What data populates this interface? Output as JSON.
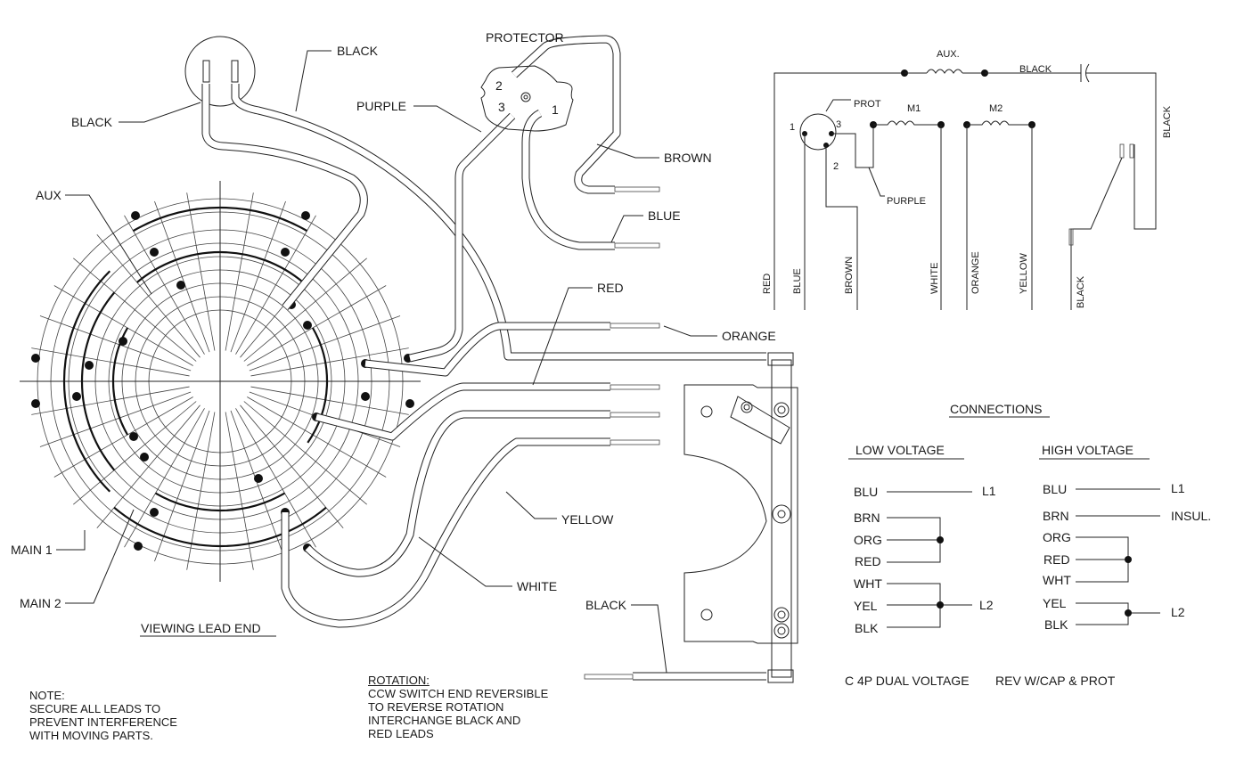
{
  "pictorial": {
    "thermostat_lead_labels": [
      "BLACK",
      "BLACK"
    ],
    "protector": {
      "title": "PROTECTOR",
      "terminals": [
        "1",
        "2",
        "3"
      ]
    },
    "lead_labels": {
      "purple": "PURPLE",
      "brown": "BROWN",
      "blue": "BLUE",
      "red": "RED",
      "orange": "ORANGE",
      "yellow": "YELLOW",
      "white": "WHITE",
      "black_switch": "BLACK"
    },
    "winding_labels": {
      "aux": "AUX",
      "main1": "MAIN 1",
      "main2": "MAIN 2"
    },
    "view_caption": "VIEWING LEAD END"
  },
  "schematic": {
    "aux_label": "AUX.",
    "top_wire_label": "BLACK",
    "right_wire_label": "BLACK",
    "prot_label": "PROT",
    "prot_terminals": [
      "1",
      "2",
      "3"
    ],
    "m1_label": "M1",
    "m2_label": "M2",
    "purple_label": "PURPLE",
    "bottom_leads": [
      "RED",
      "BLUE",
      "BROWN",
      "WHITE",
      "ORANGE",
      "YELLOW",
      "BLACK"
    ]
  },
  "connections": {
    "title": "CONNECTIONS",
    "low_voltage": {
      "title": "LOW VOLTAGE",
      "rows": [
        "BLU",
        "BRN",
        "ORG",
        "RED",
        "WHT",
        "YEL",
        "BLK"
      ],
      "l1": "L1",
      "l2": "L2"
    },
    "high_voltage": {
      "title": "HIGH VOLTAGE",
      "rows": [
        "BLU",
        "BRN",
        "ORG",
        "RED",
        "WHT",
        "YEL",
        "BLK"
      ],
      "l1": "L1",
      "insul": "INSUL.",
      "l2": "L2"
    }
  },
  "footer": {
    "model": "C 4P DUAL VOLTAGE",
    "variant": "REV W/CAP & PROT"
  },
  "note": {
    "title": "NOTE:",
    "lines": [
      "SECURE ALL LEADS TO",
      "PREVENT INTERFERENCE",
      "WITH MOVING PARTS."
    ]
  },
  "rotation": {
    "title": "ROTATION:",
    "lines": [
      "CCW SWITCH END REVERSIBLE",
      "TO REVERSE ROTATION",
      "INTERCHANGE BLACK AND",
      "RED LEADS"
    ]
  }
}
